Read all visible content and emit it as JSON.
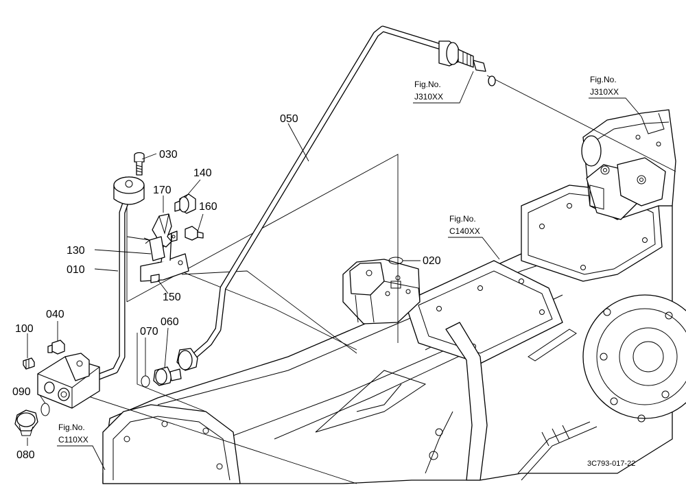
{
  "part_labels": {
    "p010": "010",
    "p020": "020",
    "p030": "030",
    "p040": "040",
    "p050": "050",
    "p060": "060",
    "p070": "070",
    "p080": "080",
    "p090": "090",
    "p100": "100",
    "p130": "130",
    "p140": "140",
    "p150": "150",
    "p160": "160",
    "p170": "170"
  },
  "figure_refs": {
    "j310_pipe": {
      "line1": "Fig.No.",
      "line2": "J310XX"
    },
    "j310_housing": {
      "line1": "Fig.No.",
      "line2": "J310XX"
    },
    "c140": {
      "line1": "Fig.No.",
      "line2": "C140XX"
    },
    "c110": {
      "line1": "Fig.No.",
      "line2": "C110XX"
    }
  },
  "drawing_code": "3C793-017-22"
}
